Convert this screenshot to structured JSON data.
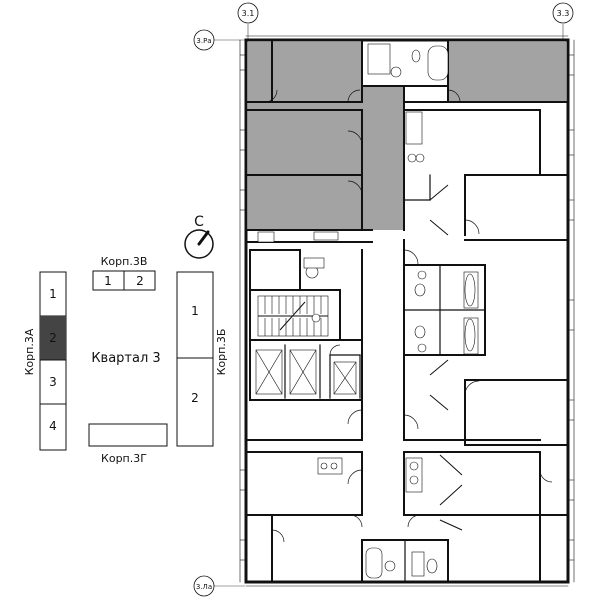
{
  "grid": {
    "top_left": "3.1",
    "top_right": "3.3",
    "row_top": "3.Ра",
    "row_bottom": "3.Ла"
  },
  "compass": {
    "north_label": "С"
  },
  "site": {
    "quarter_label": "Квартал 3",
    "korp_3a": {
      "label": "Корп.3А",
      "sections": [
        "1",
        "2",
        "3",
        "4"
      ],
      "highlighted": "2"
    },
    "korp_3b": {
      "label": "Корп.3Б",
      "sections": [
        "1",
        "2"
      ]
    },
    "korp_3v": {
      "label": "Корп.3В",
      "sections": [
        "1",
        "2"
      ]
    },
    "korp_3g": {
      "label": "Корп.3Г"
    }
  },
  "colors": {
    "highlight_fill": "#a3a3a3",
    "wall": "#111111",
    "section_highlight": "#444444"
  }
}
